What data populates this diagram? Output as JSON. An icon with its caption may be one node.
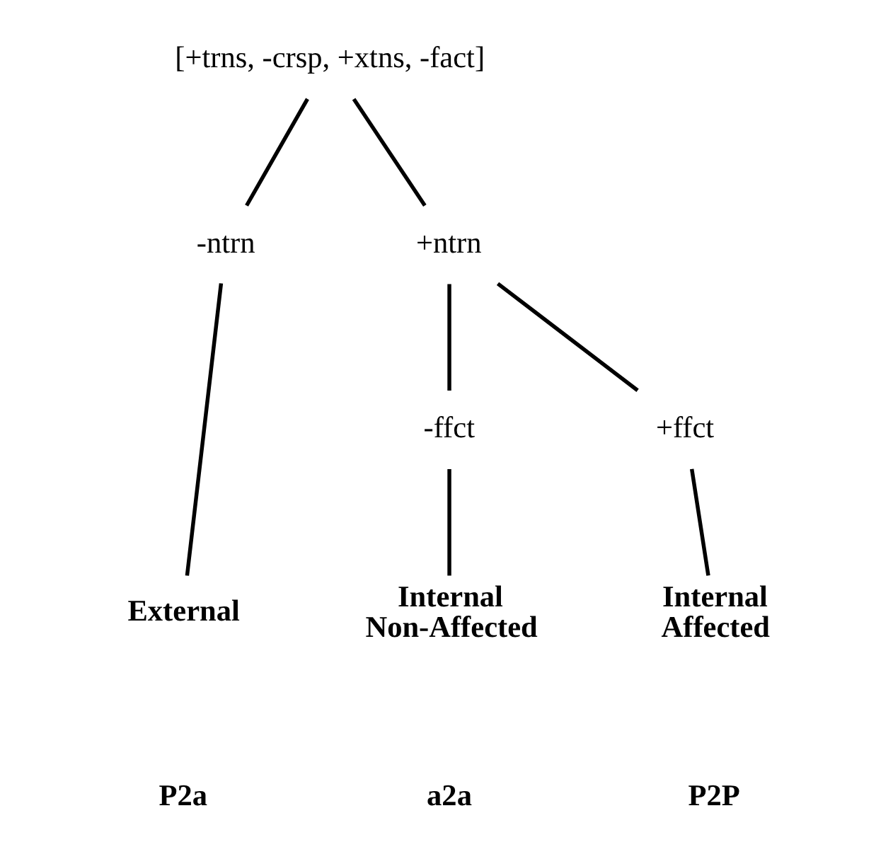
{
  "diagram": {
    "nodes": [
      {
        "text": [
          "[+trns, -crsp, +xtns, -fact]"
        ]
      },
      {
        "text": [
          "-ntrn"
        ]
      },
      {
        "text": [
          "+ntrn"
        ]
      },
      {
        "text": [
          "-ffct"
        ]
      },
      {
        "text": [
          "+ffct"
        ]
      },
      {
        "text": [
          "External"
        ]
      },
      {
        "text": [
          "Internal Non-Affected"
        ]
      },
      {
        "text": [
          "Internal Affected"
        ]
      }
    ],
    "labels": [
      "P2a",
      "a2a",
      "P2P"
    ],
    "edges": [
      {
        "from": 0,
        "to": 1,
        "arrow": "none"
      },
      {
        "from": 0,
        "to": 2,
        "arrow": "none"
      },
      {
        "from": 2,
        "to": 3,
        "arrow": "none"
      },
      {
        "from": 2,
        "to": 4,
        "arrow": "none"
      },
      {
        "from": 1,
        "to": 5,
        "arrow": "none"
      },
      {
        "from": 3,
        "to": 6,
        "arrow": "none"
      },
      {
        "from": 4,
        "to": 7,
        "arrow": "none"
      }
    ]
  }
}
